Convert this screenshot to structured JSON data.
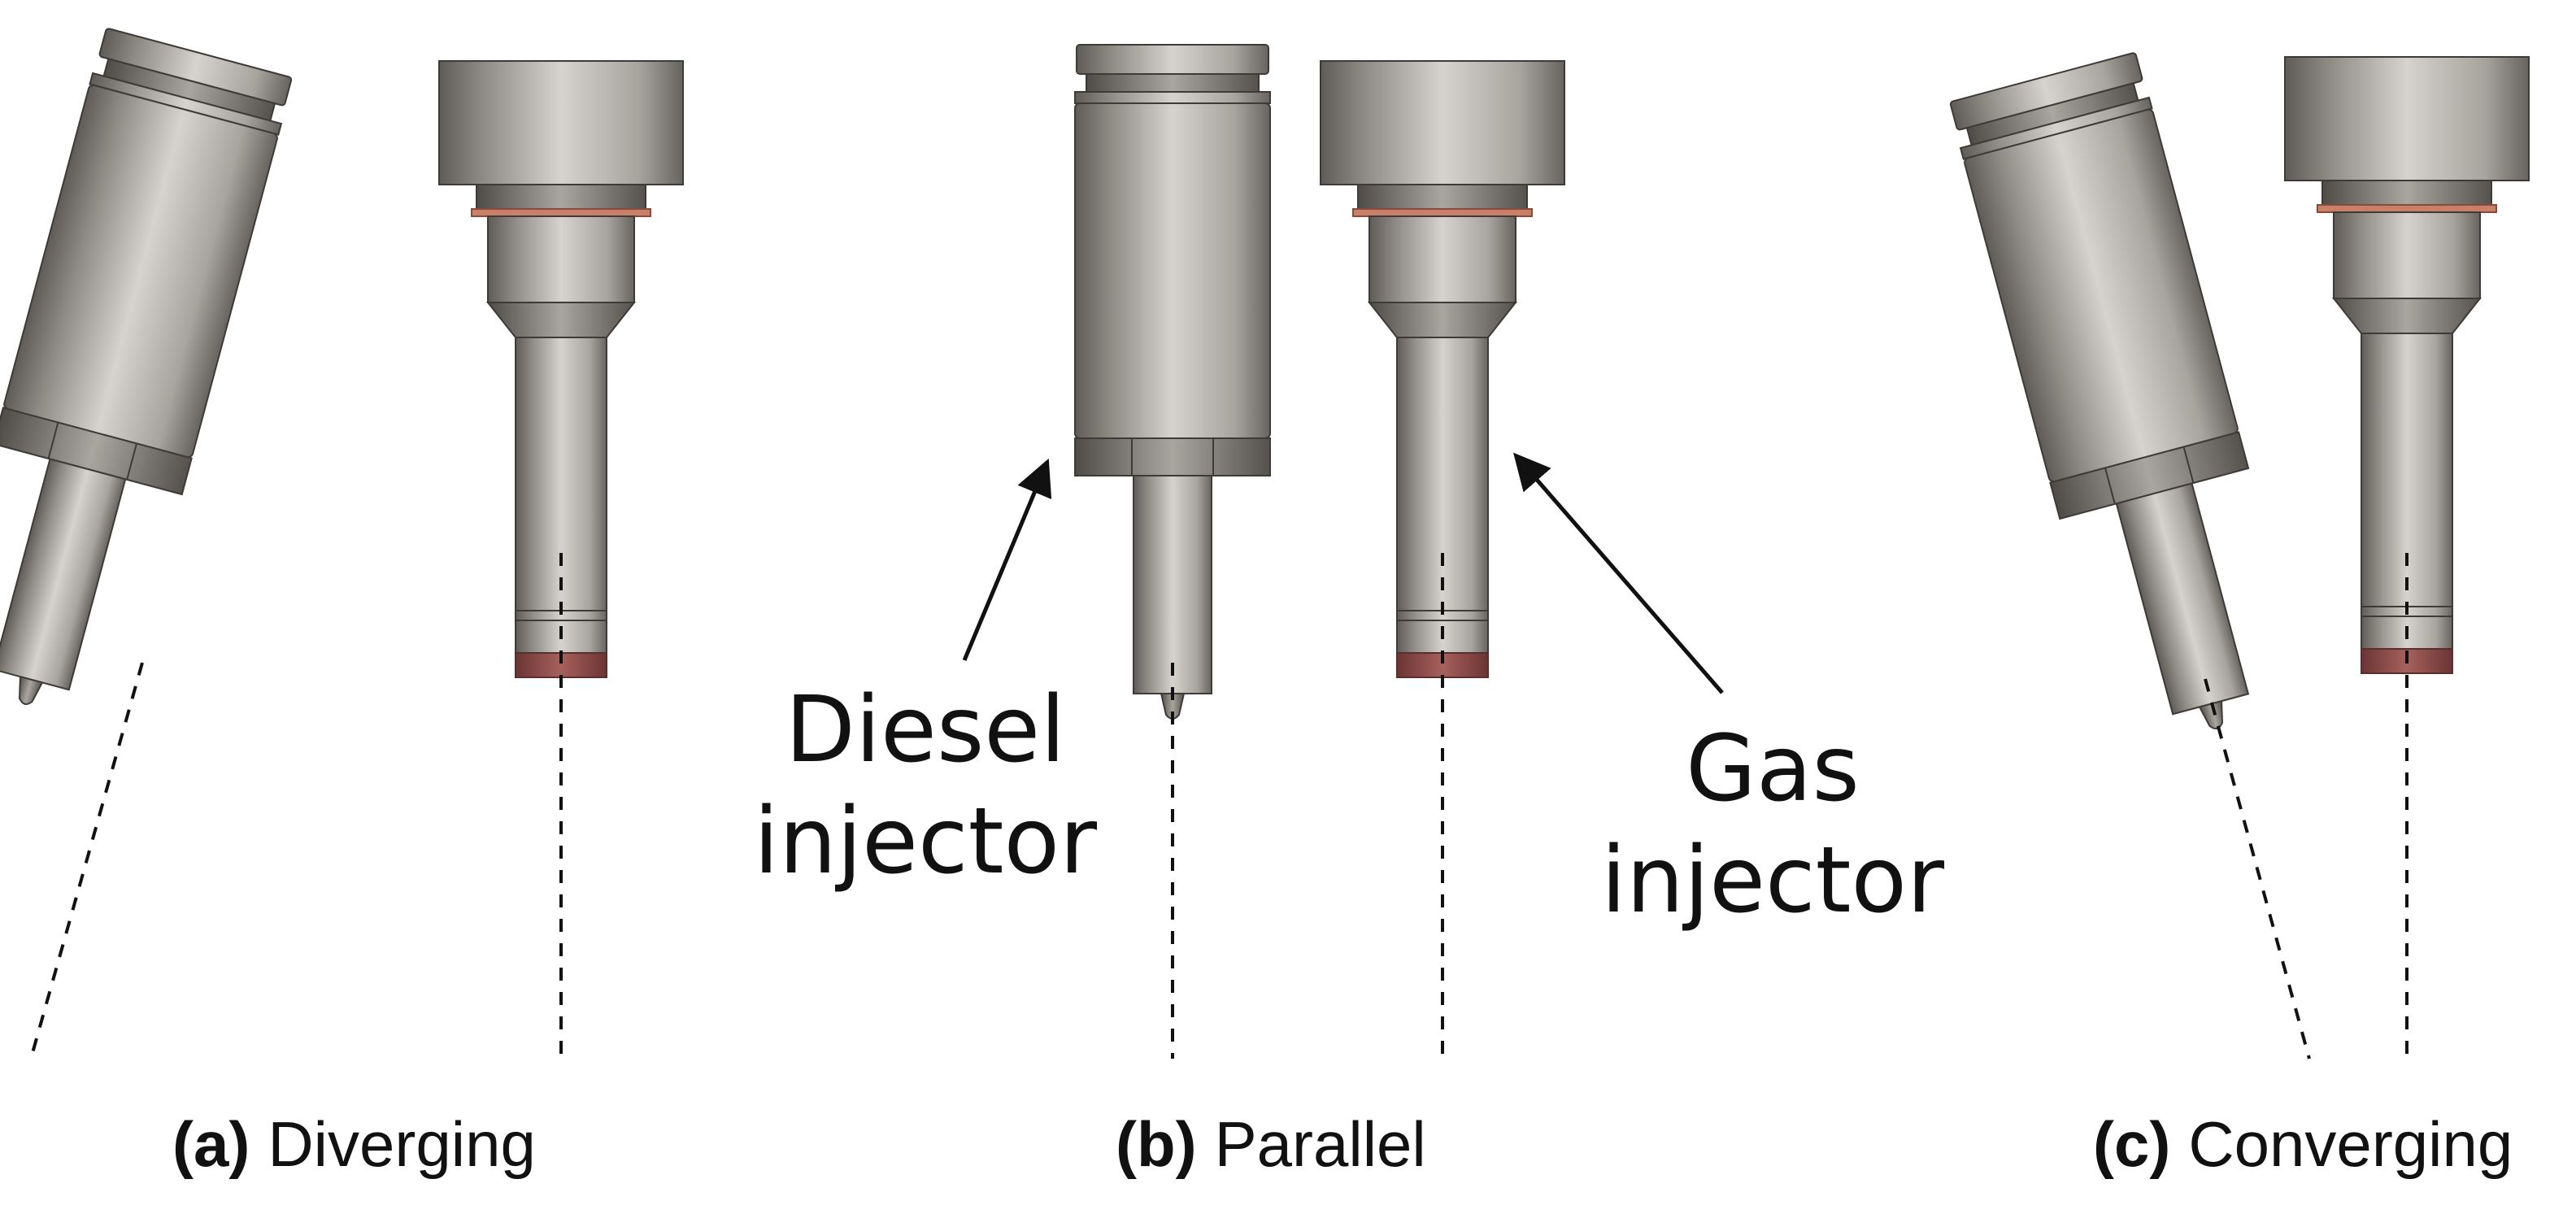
{
  "panels": [
    {
      "tag": "(a)",
      "label": "Diverging"
    },
    {
      "tag": "(b)",
      "label": "Parallel"
    },
    {
      "tag": "(c)",
      "label": "Converging"
    }
  ],
  "callouts": {
    "diesel": {
      "line1": "Diesel",
      "line2": "injector"
    },
    "gas": {
      "line1": "Gas",
      "line2": "injector"
    }
  },
  "colors": {
    "metal_light": "#d6d3ce",
    "metal_mid": "#a7a39d",
    "metal_dark": "#5f5b56",
    "seal_ring": "#c88068",
    "gas_tip": "#8c4c4a",
    "arrow": "#111111"
  }
}
